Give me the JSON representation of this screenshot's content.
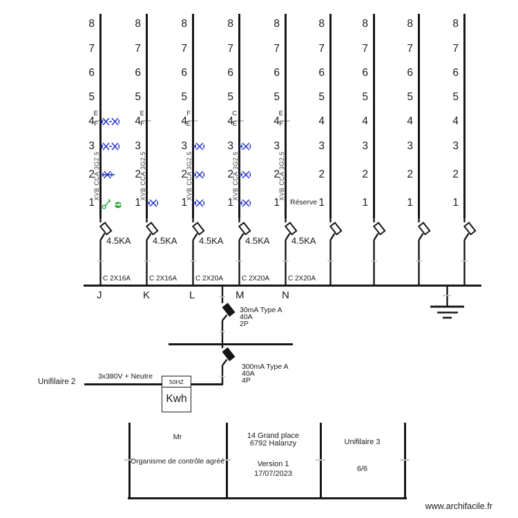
{
  "website": "www.archifacile.fr",
  "colors": {
    "ink": "#161616",
    "lamp": "#2130c8",
    "accessory": "#1ea32b",
    "tick": "#c4c4c4"
  },
  "levels": [
    "8",
    "7",
    "6",
    "5",
    "4",
    "3",
    "2",
    "1"
  ],
  "circuits": [
    {
      "letter": "J",
      "breaking_capacity": "4.5KA",
      "breaker": "C 2X16A",
      "cable": "XVB CCA 3G2.5",
      "room_labels": [
        "E",
        "F"
      ],
      "symbols": [
        {
          "level": 4,
          "type": "lamp-double"
        },
        {
          "level": 3,
          "type": "lamp-double"
        },
        {
          "level": 2,
          "type": "lamp-line"
        },
        {
          "level": 1,
          "type": "switch-socket"
        }
      ]
    },
    {
      "letter": "K",
      "breaking_capacity": "4.5KA",
      "breaker": "C 2X16A",
      "cable": "XVB CCA 3G2.5",
      "room_labels": [
        "E",
        "F"
      ],
      "symbols": [
        {
          "level": 1,
          "type": "lamp"
        }
      ]
    },
    {
      "letter": "L",
      "breaking_capacity": "4.5KA",
      "breaker": "C 2X20A",
      "cable": "XVB CCA 3G2.5",
      "room_labels": [
        "F",
        "E"
      ],
      "symbols": [
        {
          "level": 3,
          "type": "lamp"
        },
        {
          "level": 2,
          "type": "lamp"
        },
        {
          "level": 1,
          "type": "lamp"
        }
      ]
    },
    {
      "letter": "M",
      "breaking_capacity": "4.5KA",
      "breaker": "C 2X20A",
      "cable": "XVB CCA 3G2.5",
      "room_labels": [
        "C",
        "E"
      ],
      "symbols": [
        {
          "level": 3,
          "type": "lamp"
        },
        {
          "level": 2,
          "type": "lamp"
        },
        {
          "level": 1,
          "type": "lamp"
        }
      ]
    },
    {
      "letter": "N",
      "breaking_capacity": "4.5KA",
      "breaker": "C 2X20A",
      "cable": "XVB CCA 3G2.5",
      "room_labels": [
        "E",
        "F"
      ],
      "annotation": {
        "level": 1,
        "text": "Réserve"
      },
      "symbols": []
    },
    {},
    {},
    {},
    {}
  ],
  "differentials": [
    {
      "lines": [
        "30mA Type A",
        "40A",
        "2P"
      ]
    },
    {
      "lines": [
        "300mA Type A",
        "40A",
        "4P"
      ]
    }
  ],
  "supply": {
    "diagram_ref": "Unifilaire 2",
    "feed": "3x380V + Neutre",
    "frequency": "50HZ",
    "meter": "Kwh"
  },
  "title_block": {
    "owner": "Mr",
    "inspector": "Organisme de contrôle agréé",
    "address_line1": "14 Grand place",
    "address_line2": "6792 Halanzy",
    "version": "Version 1",
    "date": "17/07/2023",
    "sheet_name": "Unifilaire 3",
    "sheet_number": "6/6"
  }
}
